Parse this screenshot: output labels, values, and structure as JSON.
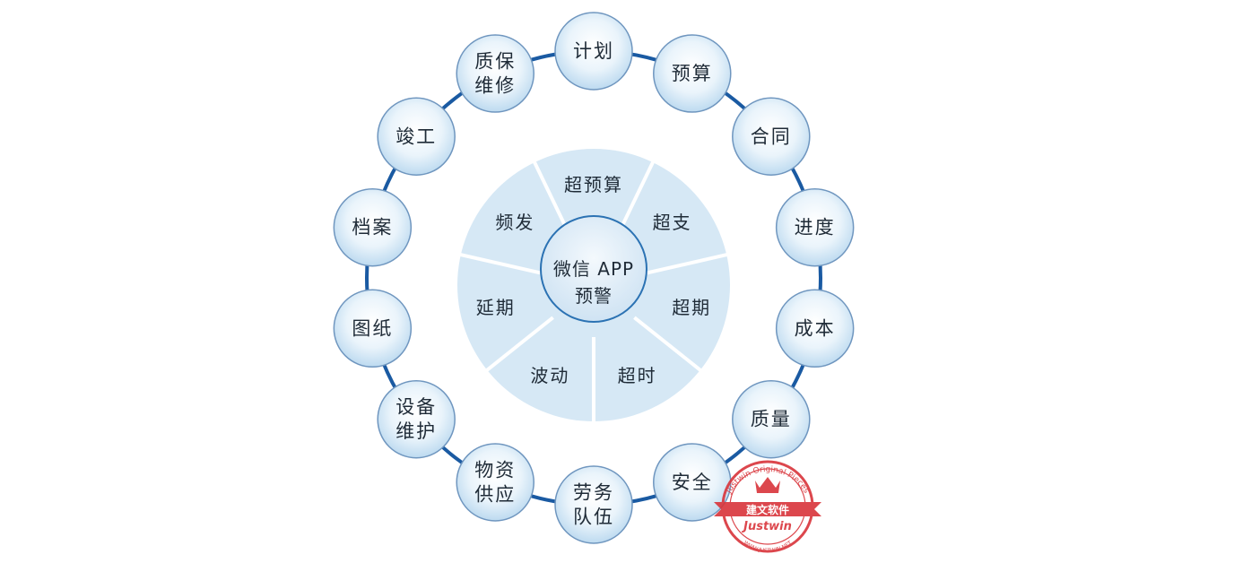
{
  "colors": {
    "ring": "#1a5aa2",
    "node_fill_center": "#ffffff",
    "node_fill_edge": "#b9d8ef",
    "node_stroke": "#6f96bf",
    "segment_fill": "#d6e8f5",
    "segment_divider": "#ffffff",
    "center_fill": "#d9eaf7",
    "center_stroke": "#2b72b3",
    "text": "#1f2b37",
    "stamp": "#d9343a"
  },
  "outer_nodes": [
    {
      "lines": [
        "计划"
      ]
    },
    {
      "lines": [
        "预算"
      ]
    },
    {
      "lines": [
        "合同"
      ]
    },
    {
      "lines": [
        "进度"
      ]
    },
    {
      "lines": [
        "成本"
      ]
    },
    {
      "lines": [
        "质量"
      ]
    },
    {
      "lines": [
        "安全"
      ]
    },
    {
      "lines": [
        "劳务",
        "队伍"
      ]
    },
    {
      "lines": [
        "物资",
        "供应"
      ]
    },
    {
      "lines": [
        "设备",
        "维护"
      ]
    },
    {
      "lines": [
        "图纸"
      ]
    },
    {
      "lines": [
        "档案"
      ]
    },
    {
      "lines": [
        "竣工"
      ]
    },
    {
      "lines": [
        "质保",
        "维修"
      ]
    }
  ],
  "segments": [
    "超预算",
    "超支",
    "超期",
    "超时",
    "波动",
    "延期",
    "频发"
  ],
  "center": {
    "line1": "微信 APP",
    "line2": "预警"
  },
  "stamp": {
    "top_text": "Justwin Original Pieces",
    "middle_text": "建文软件",
    "brand": "Justwin",
    "bottom_text": "WWW.JUSTWIN.NET"
  }
}
